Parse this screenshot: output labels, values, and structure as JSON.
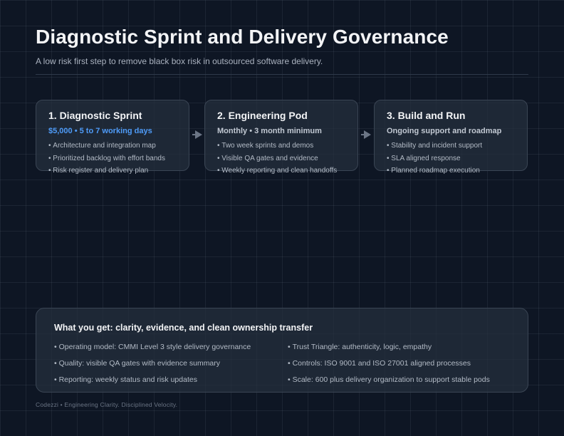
{
  "header": {
    "title": "Diagnostic Sprint and Delivery Governance",
    "subtitle": "A low risk first step to remove black box risk in outsourced software delivery."
  },
  "steps": [
    {
      "title": "1. Diagnostic Sprint",
      "subtitle": "$5,000 • 5 to 7 working days",
      "subtitle_color": "#4f9cf9",
      "items": [
        "Architecture and integration map",
        "Prioritized backlog with effort bands",
        "Risk register and delivery plan"
      ]
    },
    {
      "title": "2. Engineering Pod",
      "subtitle": "Monthly • 3 month minimum",
      "items": [
        "Two week sprints and demos",
        "Visible QA gates and evidence",
        "Weekly reporting and clean handoffs"
      ]
    },
    {
      "title": "3. Build and Run",
      "subtitle": "Ongoing support and roadmap",
      "items": [
        "Stability and incident support",
        "SLA aligned response",
        "Planned roadmap execution"
      ]
    }
  ],
  "connectors": [
    "arrow-right-icon",
    "arrow-right-icon"
  ],
  "summary": {
    "title": "What you get: clarity, evidence, and clean ownership transfer",
    "left": [
      "Operating model: CMMI Level 3 style delivery governance",
      "Quality: visible QA gates with evidence summary",
      "Reporting: weekly status and risk updates"
    ],
    "right": [
      "Trust Triangle: authenticity, logic, empathy",
      "Controls: ISO 9001 and ISO 27001 aligned processes",
      "Scale: 600 plus delivery organization to support stable pods"
    ]
  },
  "footer": "Codezzi • Engineering Clarity. Disciplined Velocity.",
  "colors": {
    "background": "#0e1624",
    "card": "#1f2834",
    "accent": "#4f9cf9",
    "border": "#3a4554"
  }
}
